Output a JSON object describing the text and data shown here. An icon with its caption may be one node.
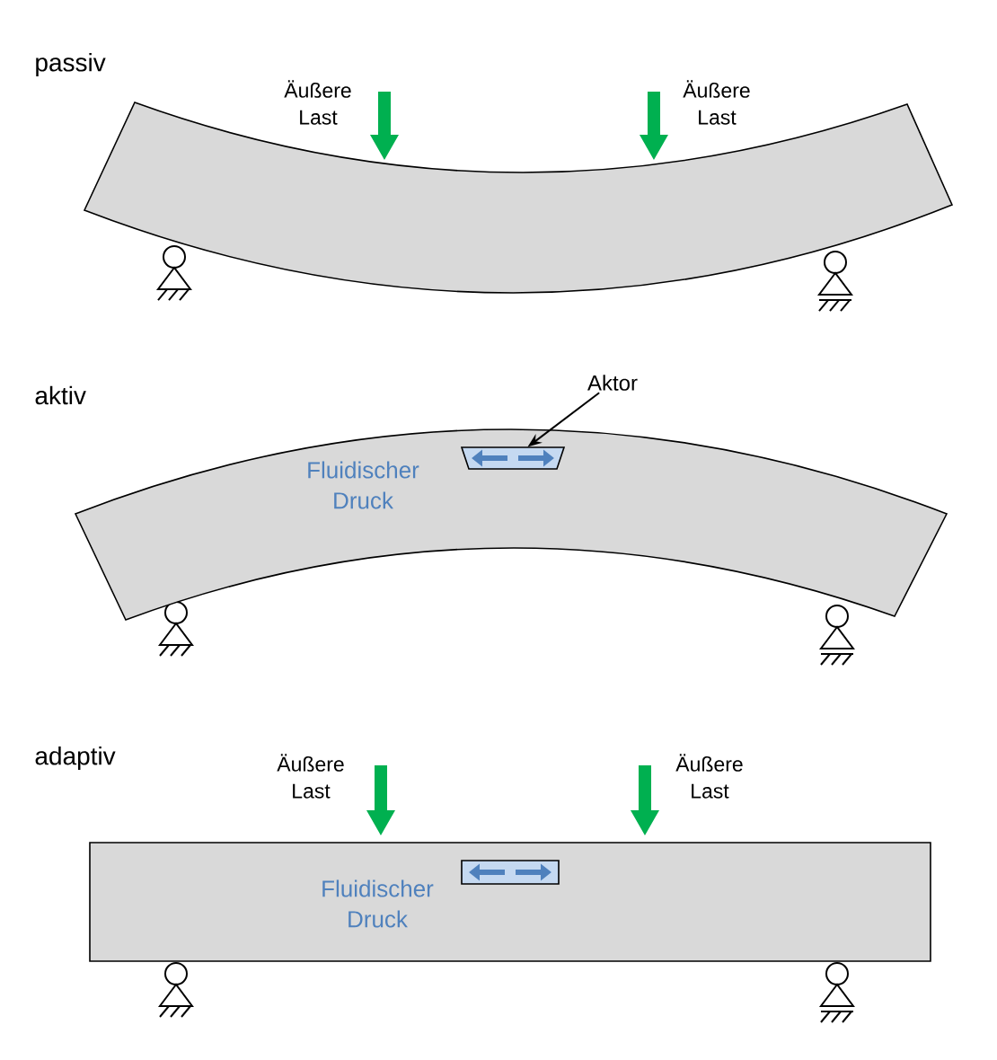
{
  "diagram": {
    "nodes": [
      {
        "text": [],
        "shape": "bar"
      },
      {
        "text": [
          "Fluidischer Druck"
        ]
      },
      {
        "text": [],
        "shape": "box",
        "in": 1
      },
      {
        "text": [
          "Aktor"
        ]
      },
      {
        "text": [
          "Fluidischer Druck"
        ]
      },
      {
        "text": [],
        "shape": "box",
        "in": 4
      }
    ],
    "edges": [
      {
        "from": 3,
        "to": 2,
        "arrow": "to"
      }
    ],
    "labels": [
      "passiv",
      "Äußere Last",
      "Äußere Last",
      "aktiv",
      "adaptiv",
      "Äußere Last",
      "Äußere Last"
    ]
  }
}
